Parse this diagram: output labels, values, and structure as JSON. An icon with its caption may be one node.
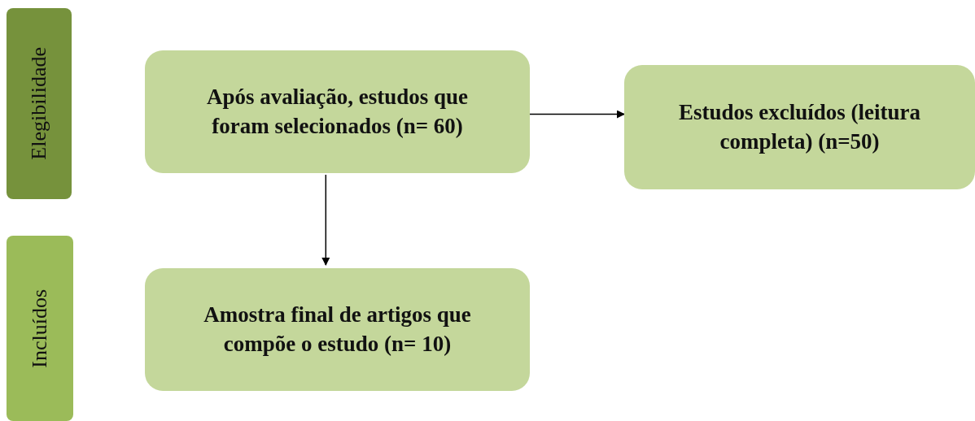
{
  "diagram": {
    "nodes": [
      {
        "text": [
          "Elegibilidade"
        ]
      },
      {
        "text": [
          "Após avaliação, estudos que foram selecionados (n= 60)"
        ]
      },
      {
        "text": [
          "Estudos excluídos (leitura completa) (n=50)"
        ]
      },
      {
        "text": [
          "Incluídos"
        ]
      },
      {
        "text": [
          "Amostra final de artigos que compõe o estudo (n= 10)"
        ]
      }
    ],
    "edges": [
      {
        "from": 1,
        "to": 2,
        "arrow": "to"
      },
      {
        "from": 1,
        "to": 4,
        "arrow": "to"
      }
    ]
  }
}
